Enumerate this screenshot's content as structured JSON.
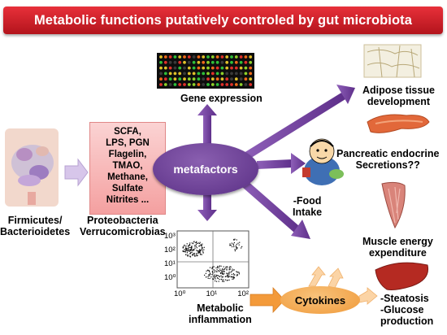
{
  "title": "Metabolic functions putatively controled by gut microbiota",
  "source": {
    "line1": "Firmicutes/",
    "line2": "Bacterioidetes"
  },
  "factors": [
    "SCFA,",
    "LPS, PGN",
    "Flagelin,",
    "TMAO,",
    "Methane,",
    "Sulfate",
    "Nitrites ..."
  ],
  "bacteria": {
    "line1": "Proteobacteria",
    "line2": "Verrucomicrobias"
  },
  "hub": "metafactors",
  "gene_expression": "Gene expression",
  "adipose": {
    "line1": "Adipose tissue",
    "line2": "development"
  },
  "pancreas": {
    "line1": "Pancreatic endocrine",
    "line2": "Secretions??"
  },
  "food": {
    "line1": "-Food",
    "line2": "Intake"
  },
  "muscle": {
    "line1": "Muscle energy",
    "line2": "expenditure"
  },
  "inflammation": {
    "line1": "Metabolic",
    "line2": "inflammation"
  },
  "cytokines": "Cytokines",
  "liver": {
    "line1": "-Steatosis",
    "line2": "-Glucose",
    "line3": "production"
  },
  "flow_axis": {
    "y_ticks": [
      "10³",
      "10²",
      "10¹",
      "10⁰"
    ],
    "x_ticks": [
      "10⁰",
      "10¹",
      "10²"
    ]
  },
  "colors": {
    "title_red": "#c8202a",
    "hub_purple": "#6a3c95",
    "arrow_purple": "#7a4aa6",
    "factor_pink": "#f6b0b0",
    "cytokine_orange": "#f3a64c",
    "liver_red": "#b52a22"
  }
}
